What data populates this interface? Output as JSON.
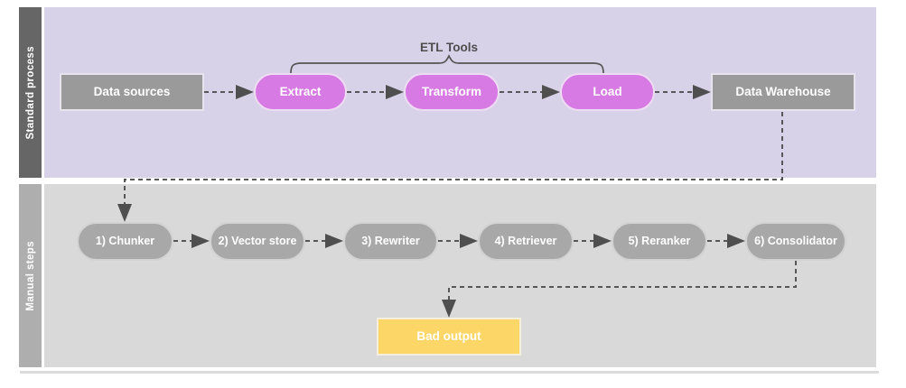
{
  "lanes": [
    {
      "label": "Standard process"
    },
    {
      "label": "Manual steps"
    }
  ],
  "annotation": {
    "label": "ETL Tools"
  },
  "nodes": {
    "data_sources": "Data sources",
    "extract": "Extract",
    "transform": "Transform",
    "load": "Load",
    "data_warehouse": "Data Warehouse",
    "chunker": "1) Chunker",
    "vector_store": "2) Vector store",
    "rewriter": "3) Rewriter",
    "retriever": "4) Retriever",
    "reranker": "5) Reranker",
    "consolidator": "6) Consolidator",
    "bad_output": "Bad output"
  },
  "colors": {
    "lane_top_bar": "#666666",
    "lane_top_bg": "#d8d2e8",
    "lane_bottom_bar": "#aeaeae",
    "lane_bottom_bg": "#d9d9d9",
    "etl_pill": "#d77ae3",
    "gray_node": "#9a9a9a",
    "manual_pill": "#a8a8a8",
    "bad_output": "#fcd666",
    "connector": "#575757"
  }
}
